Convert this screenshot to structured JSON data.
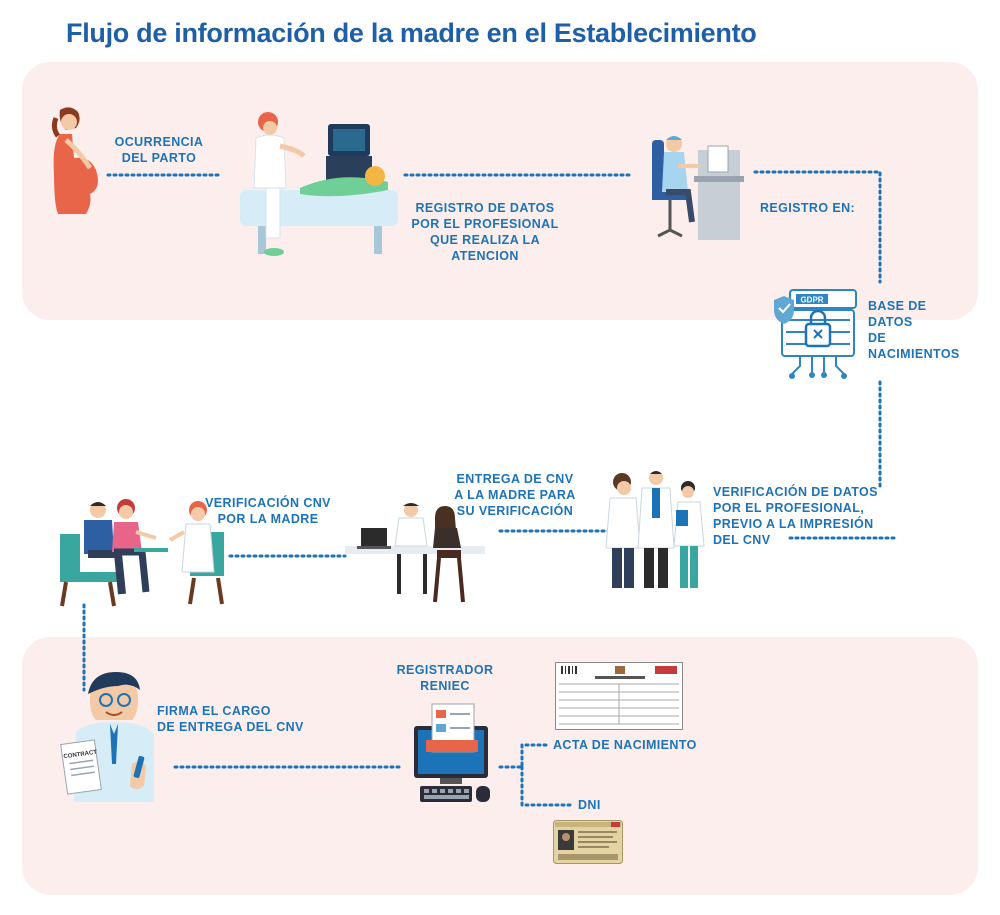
{
  "title": "Flujo de información de la madre en el Establecimiento",
  "steps": {
    "ocurrencia": "OCURRENCIA\nDEL PARTO",
    "registro_datos": "REGISTRO DE DATOS\nPOR EL PROFESIONAL\nQUE REALIZA LA ATENCION",
    "registro_en": "REGISTRO EN:",
    "base_datos": "BASE DE\nDATOS\nDE\nNACIMIENTOS",
    "verificacion_datos": "VERIFICACIÓN DE DATOS\nPOR EL PROFESIONAL,\nPREVIO A LA IMPRESIÓN\nDEL CNV",
    "entrega_cnv": "ENTREGA DE CNV\nA LA MADRE PARA\nSU VERIFICACIÓN",
    "verificacion_madre": "VERIFICACIÓN CNV\nPOR LA MADRE",
    "firma_cargo": "FIRMA EL CARGO\nDE ENTREGA DEL CNV",
    "registrador": "REGISTRADOR\nRENIEC",
    "acta": "ACTA DE NACIMIENTO",
    "dni": "DNI"
  },
  "badges": {
    "gdpr": "GDPR",
    "contract": "CONTRACT"
  },
  "colors": {
    "title": "#1f5fa8",
    "label": "#1d73b8",
    "band": "#fdeeee",
    "accent": "#2e86c1",
    "woman": "#e8654a"
  },
  "icons": [
    "pregnant-woman-icon",
    "ultrasound-scene-icon",
    "office-worker-icon",
    "database-lock-icon",
    "doctors-group-icon",
    "doctor-consultation-icon",
    "family-meeting-icon",
    "man-contract-icon",
    "computer-registrar-icon",
    "birth-certificate-icon",
    "dni-card-icon"
  ]
}
